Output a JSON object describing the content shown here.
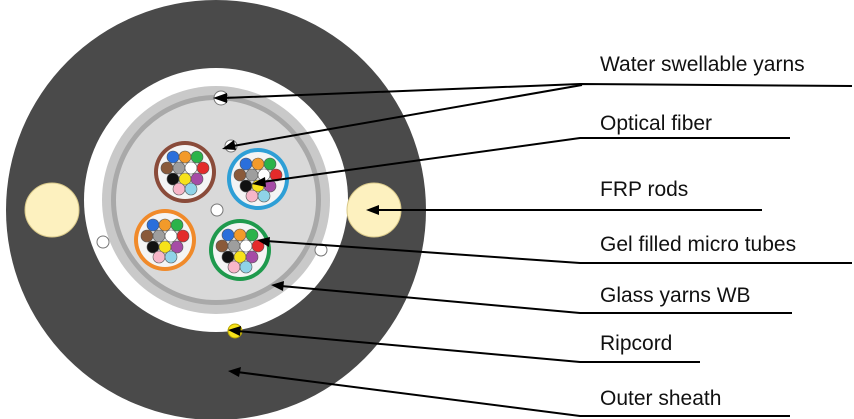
{
  "labels": {
    "water_swellable_yarns": "Water swellable yarns",
    "optical_fiber": "Optical fiber",
    "frp_rods": "FRP rods",
    "gel_filled_micro_tubes": "Gel filled micro tubes",
    "glass_yarns_wb": "Glass yarns WB",
    "ripcord": "Ripcord",
    "outer_sheath": "Outer sheath"
  },
  "colors": {
    "outer_sheath": "#4a4a4a",
    "frp_rod": "#fdf1bf",
    "glass_yarn_layer": "#c9c9c9",
    "core_fill": "#d9d9d9",
    "ripcord": "#f7e21a",
    "tube_brown": "#8a4b3a",
    "tube_blue": "#2e9fd6",
    "tube_orange": "#f08a2a",
    "tube_green": "#1f9a4d",
    "fiber_palette": [
      "#2a6fdb",
      "#f39a2a",
      "#2bb34a",
      "#8a5a3a",
      "#9e9e9e",
      "#ffffff",
      "#e32b2b",
      "#111111",
      "#f7e21a",
      "#a64ca6",
      "#f7b6c8",
      "#8fd3e8"
    ]
  }
}
